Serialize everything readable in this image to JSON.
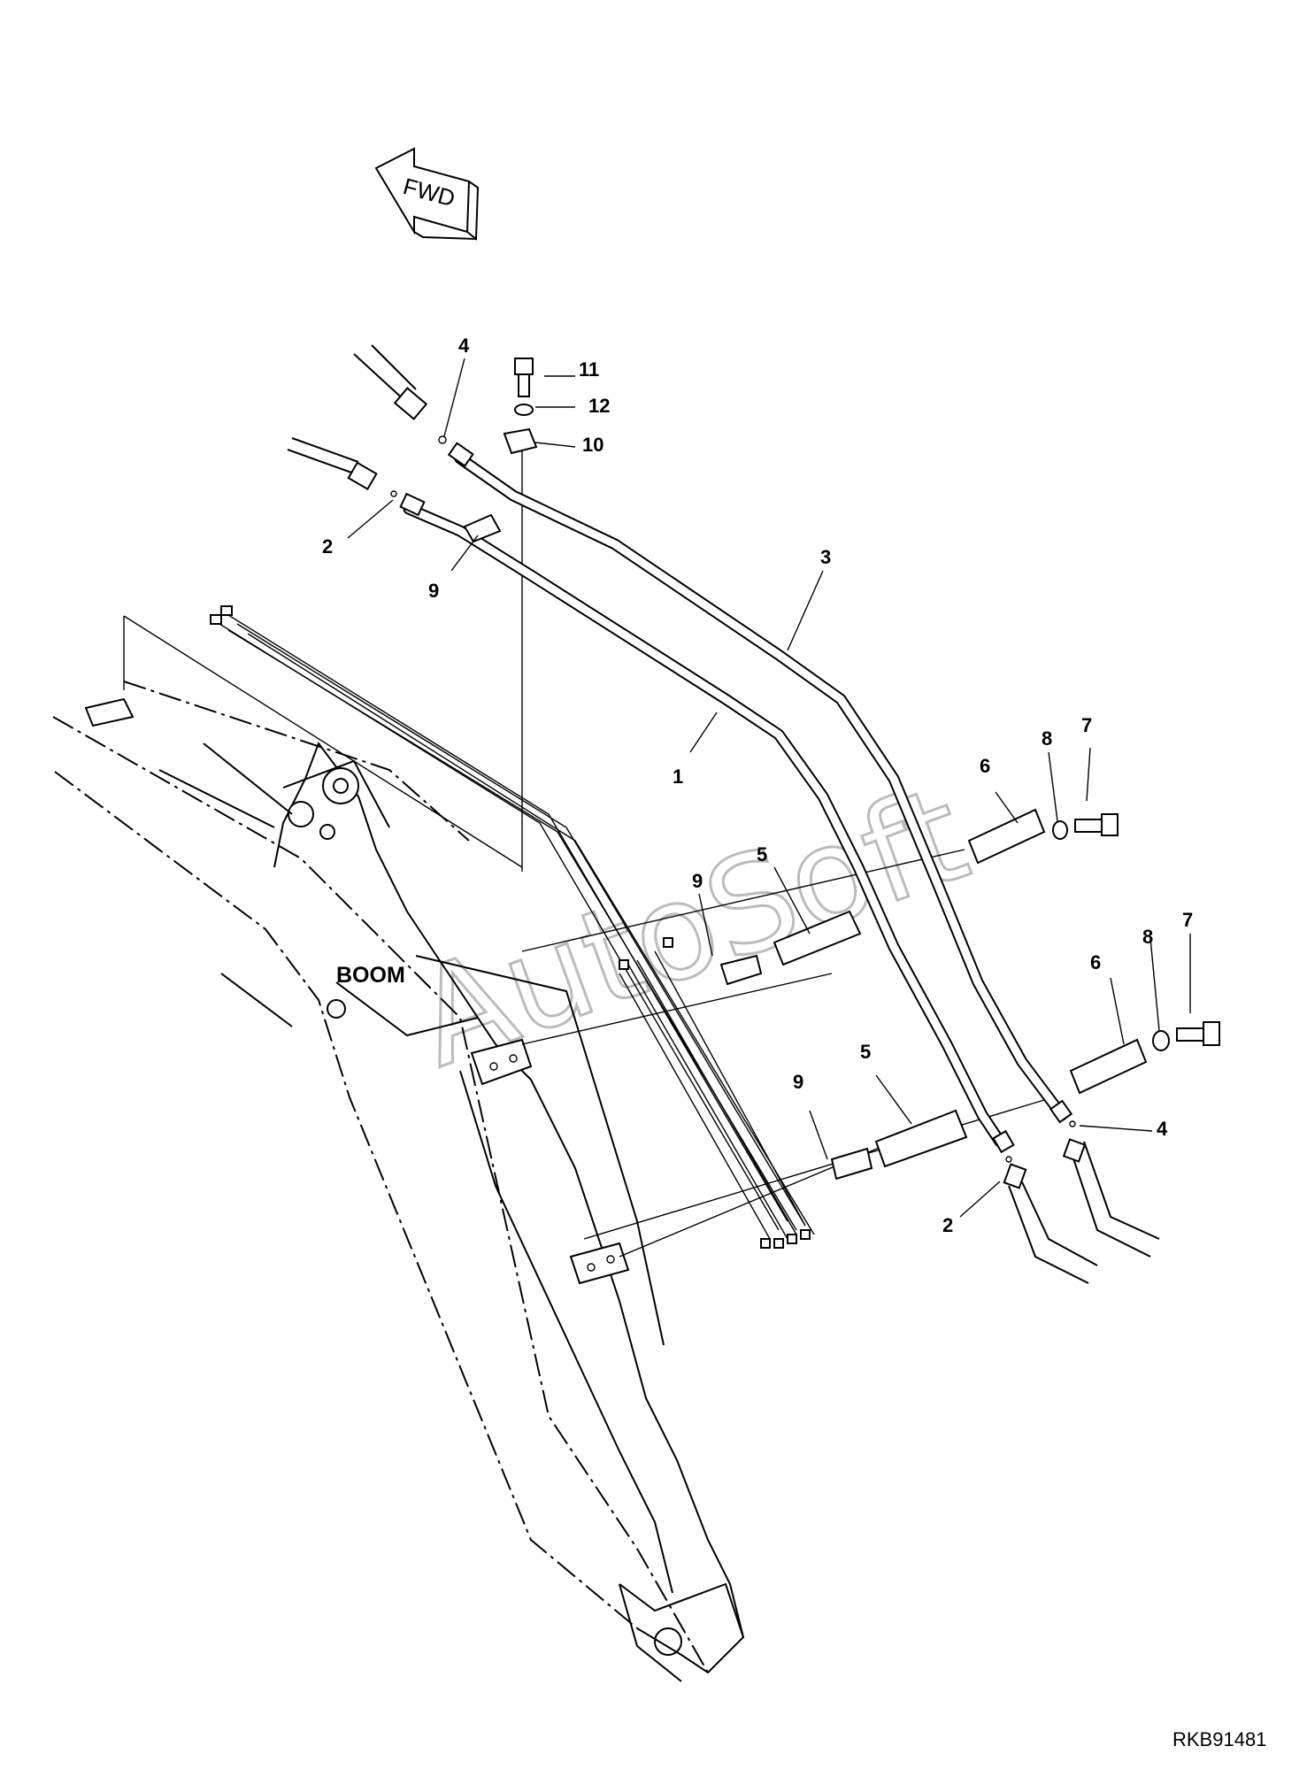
{
  "diagram": {
    "fwd_label": "FWD",
    "boom_label": "BOOM",
    "drawing_id": "RKB91481",
    "watermark": "AutoSoft",
    "callouts": {
      "c4_top": "4",
      "c11": "11",
      "c12": "12",
      "c10": "10",
      "c2_top": "2",
      "c9_top": "9",
      "c3": "3",
      "c1": "1",
      "c8_upper": "8",
      "c7_upper": "7",
      "c6_upper": "6",
      "c5_upper": "5",
      "c9_mid": "9",
      "c8_lower": "8",
      "c7_lower": "7",
      "c6_lower": "6",
      "c9_low": "9",
      "c5_lower": "5",
      "c4_bottom": "4",
      "c2_bottom": "2"
    }
  }
}
